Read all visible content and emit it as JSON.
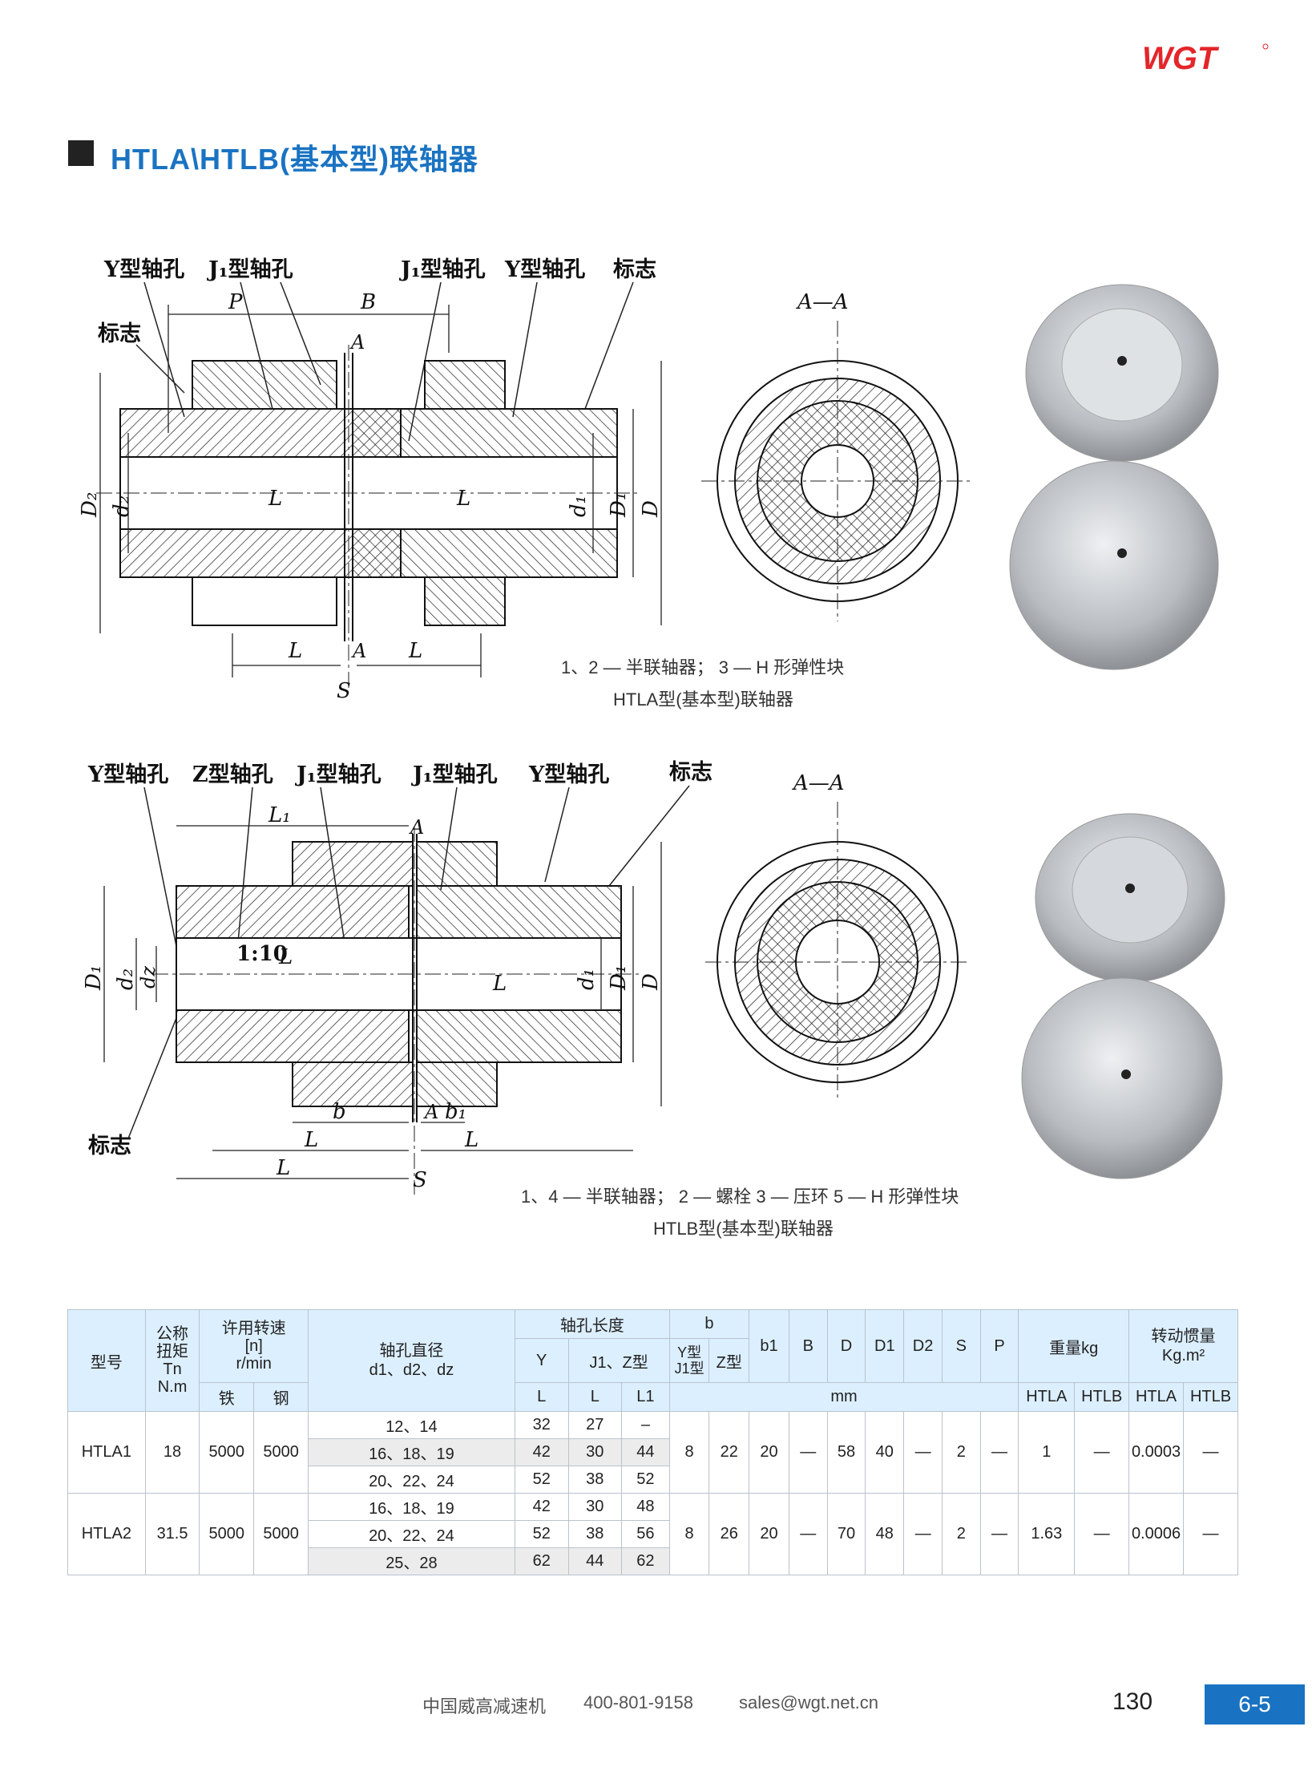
{
  "brand": {
    "logo_text": "WGT",
    "logo_color": "#e3262b",
    "accent": "#1a73c2"
  },
  "title": "HTLA\\HTLB(基本型)联轴器",
  "diagram_a": {
    "labels": {
      "y_hole_left": "Y型轴孔",
      "j1_hole_left": "J₁型轴孔",
      "j1_hole_right": "J₁型轴孔",
      "y_hole_right": "Y型轴孔",
      "mark_top": "标志",
      "mark_left": "标志",
      "p": "P",
      "b": "B",
      "a_top": "A",
      "a_bottom": "A",
      "d2_upper": "D₂",
      "d2_lower": "d₂",
      "d1_lower": "d₁",
      "d1_upper": "D₁",
      "d": "D",
      "l_in_left": "L",
      "l_in_right": "L",
      "l_out_left": "L",
      "l_out_right": "L",
      "s": "S",
      "section": "A—A"
    },
    "caption1": "1、2 — 半联轴器；  3 — H 形弹性块",
    "caption2": "HTLA型(基本型)联轴器"
  },
  "diagram_b": {
    "labels": {
      "y_hole_left": "Y型轴孔",
      "z_hole": "Z型轴孔",
      "j1_hole_a": "J₁型轴孔",
      "j1_hole_b": "J₁型轴孔",
      "y_hole_right": "Y型轴孔",
      "mark_top": "标志",
      "mark_bottom": "标志",
      "l1": "L₁",
      "a_top": "A",
      "a_bottom": "A",
      "taper": "1:10",
      "l_taper": "L",
      "d1_upper_left": "D₁",
      "d2": "d₂",
      "dz": "dz",
      "d1_lower": "d₁",
      "d1_upper_right": "D₁",
      "d": "D",
      "l_in": "L",
      "b": "b",
      "b1": "b₁",
      "l_mid_left": "L",
      "l_mid_right": "L",
      "l_bottom": "L",
      "s": "S",
      "section": "A—A"
    },
    "caption1": "1、4 — 半联轴器；  2 — 螺栓  3 — 压环 5 — H 形弹性块",
    "caption2": "HTLB型(基本型)联轴器"
  },
  "table": {
    "head": {
      "model": "型号",
      "torque": "公称\n扭矩\nTn\nN.m",
      "speed": "许用转速\n[n]\nr/min",
      "speed_iron": "铁",
      "speed_steel": "钢",
      "bore": "轴孔直径\nd1、d2、dz",
      "length": "轴孔长度",
      "len_y": "Y",
      "len_j1z": "J1、Z型",
      "len_l1": "L",
      "len_l2": "L",
      "len_l3": "L1",
      "b": "b",
      "b_y": "Y型\nJ1型",
      "b_z": "Z型",
      "b1": "b1",
      "B": "B",
      "D": "D",
      "D1": "D1",
      "D2": "D2",
      "S": "S",
      "P": "P",
      "mm": "mm",
      "weight": "重量kg",
      "w_htla": "HTLA",
      "w_htlb": "HTLB",
      "inertia": "转动惯量\nKg.m²",
      "i_htla": "HTLA",
      "i_htlb": "HTLB"
    },
    "rows": [
      {
        "model": "HTLA1",
        "torque": "18",
        "iron": "5000",
        "steel": "5000",
        "bores": [
          "12、14",
          "16、18、19",
          "20、22、24"
        ],
        "y": [
          "32",
          "42",
          "52"
        ],
        "j1z": [
          "27",
          "30",
          "38"
        ],
        "l1": [
          "–",
          "44",
          "52"
        ],
        "b_y": "8",
        "b_z": "22",
        "b1": "20",
        "B": "—",
        "D": "58",
        "D1": "40",
        "D2": "—",
        "S": "2",
        "P": "—",
        "w_a": "1",
        "w_b": "—",
        "i_a": "0.0003",
        "i_b": "—"
      },
      {
        "model": "HTLA2",
        "torque": "31.5",
        "iron": "5000",
        "steel": "5000",
        "bores": [
          "16、18、19",
          "20、22、24",
          "25、28"
        ],
        "y": [
          "42",
          "52",
          "62"
        ],
        "j1z": [
          "30",
          "38",
          "44"
        ],
        "l1": [
          "48",
          "56",
          "62"
        ],
        "b_y": "8",
        "b_z": "26",
        "b1": "20",
        "B": "—",
        "D": "70",
        "D1": "48",
        "D2": "—",
        "S": "2",
        "P": "—",
        "w_a": "1.63",
        "w_b": "—",
        "i_a": "0.0006",
        "i_b": "—"
      }
    ]
  },
  "footer": {
    "company": "中国威高减速机",
    "phone": "400-801-9158",
    "email": "sales@wgt.net.cn",
    "page": "130",
    "section": "6-5"
  }
}
